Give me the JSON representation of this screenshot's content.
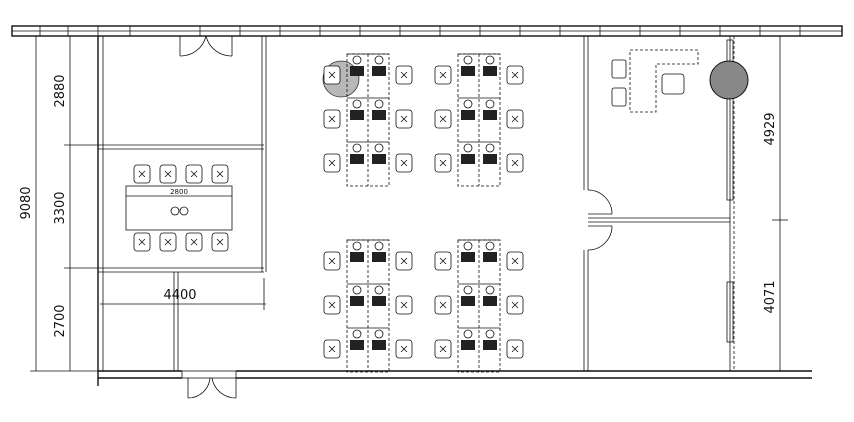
{
  "dimensions": {
    "total_height": "9080",
    "left_top": "2880",
    "left_mid": "3300",
    "left_bottom": "2700",
    "room_width": "4400",
    "table_length": "2800",
    "right_top": "4929",
    "right_bottom": "4071"
  },
  "colors": {
    "line": "#111111",
    "marker": "#888888",
    "background": "#ffffff"
  },
  "icons": {
    "chair": "chair-icon",
    "door": "door-swing-icon",
    "column": "column-marker"
  }
}
